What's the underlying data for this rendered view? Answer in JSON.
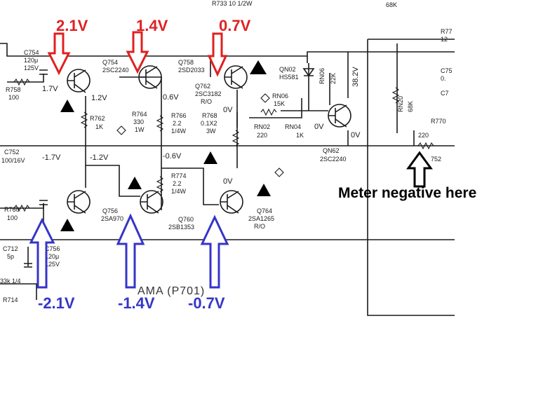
{
  "annotations": {
    "red": [
      "2.1V",
      "1.4V",
      "0.7V"
    ],
    "blue": [
      "-2.1V",
      "-1.4V",
      "-0.7V"
    ],
    "meter": "Meter negative here"
  },
  "labels": {
    "r733": "R733 10 1/2W",
    "r68k": "68K",
    "c754_a": "C754",
    "c754_b": "120μ",
    "c754_c": "125V",
    "q754_a": "Q754",
    "q754_b": "2SC2240",
    "q758_a": "Q758",
    "q758_b": "2SD2033",
    "qn02_a": "QN02",
    "qn02_b": "HS581",
    "rn06": "RN06",
    "rn06_v": "22K",
    "v382": "38.2V",
    "r77_a": "R77",
    "r77_b": "12",
    "c75": "C75",
    "c0": "0.",
    "c7": "C7",
    "v17a": "1.7V",
    "v12": "1.2V",
    "v06a": "0.6V",
    "q762_a": "Q762",
    "q762_b": "2SC3182",
    "q762_c": "R/O",
    "rn05_a": "RN06",
    "rn05_b": "15K",
    "rn20_a": "RN20",
    "rn20_b": "68K",
    "r770": "R770",
    "r758_a": "R758",
    "r758_b": "100",
    "r762_a": "R762",
    "r762_b": "1K",
    "r764_a": "R764",
    "r764_b": "330",
    "r764_c": "1W",
    "r766_a": "R766",
    "r766_b": "2.2",
    "r766_c": "1/4W",
    "r768_a": "R768",
    "r768_b": "0.1X2",
    "r768_c": "3W",
    "ov_a": "0V",
    "rn02_a": "RN02",
    "rn02_b": "220",
    "rn04_a": "RN04",
    "rn04_b": "1K",
    "ov_b": "0V",
    "ov_c": "0V",
    "r220": "220",
    "c752_a": "C752",
    "c752_b": "100/16V",
    "v17b": "-1.7V",
    "v12b": "-1.2V",
    "v06b": "-0.6V",
    "qn62_a": "QN62",
    "qn62_b": "2SC2240",
    "r752": "752",
    "r774_a": "R774",
    "r774_b": "2.2",
    "r774_c": "1/4W",
    "ov_d": "0V",
    "r760_a": "R760",
    "r760_b": "100",
    "q756_a": "Q756",
    "q756_b": "2SA970",
    "q760_a": "Q760",
    "q760_b": "2SB1353",
    "q764_a": "Q764",
    "q764_b": "2SA1265",
    "q764_c": "R/O",
    "c712_a": "C712",
    "c712_b": "5p",
    "c756_a": "C756",
    "c756_b": "120μ",
    "c756_c": "125V",
    "r33k": "33k 1/4",
    "r714": "R714",
    "ama": "AMA (P701)"
  }
}
